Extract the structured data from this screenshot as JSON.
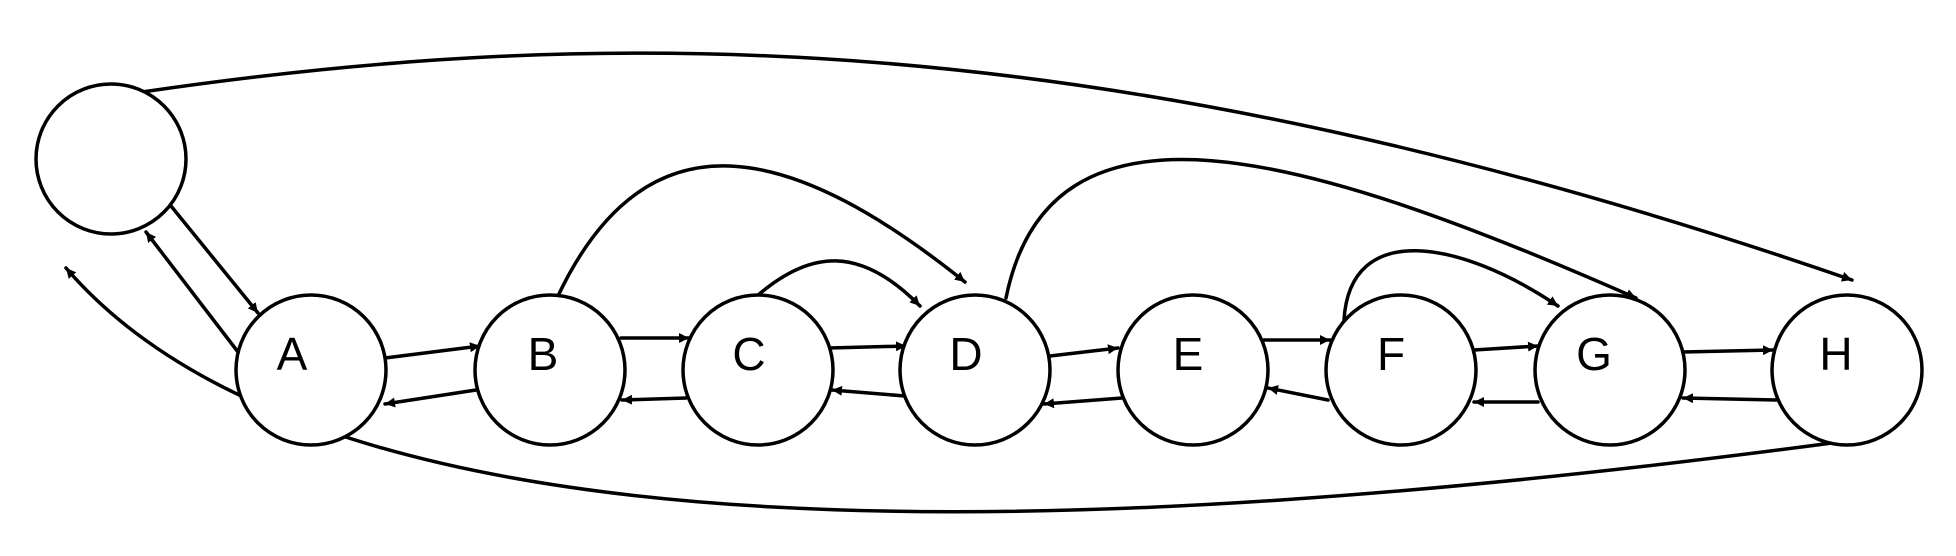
{
  "diagram": {
    "nodes": [
      {
        "id": "root",
        "label": ""
      },
      {
        "id": "A",
        "label": "A"
      },
      {
        "id": "B",
        "label": "B"
      },
      {
        "id": "C",
        "label": "C"
      },
      {
        "id": "D",
        "label": "D"
      },
      {
        "id": "E",
        "label": "E"
      },
      {
        "id": "F",
        "label": "F"
      },
      {
        "id": "G",
        "label": "G"
      },
      {
        "id": "H",
        "label": "H"
      }
    ],
    "edges": [
      {
        "from": "root",
        "to": "A"
      },
      {
        "from": "A",
        "to": "root"
      },
      {
        "from": "root",
        "to": "H"
      },
      {
        "from": "H",
        "to": "root"
      },
      {
        "from": "A",
        "to": "B"
      },
      {
        "from": "B",
        "to": "A"
      },
      {
        "from": "B",
        "to": "C"
      },
      {
        "from": "C",
        "to": "B"
      },
      {
        "from": "C",
        "to": "D"
      },
      {
        "from": "D",
        "to": "C"
      },
      {
        "from": "D",
        "to": "E"
      },
      {
        "from": "E",
        "to": "D"
      },
      {
        "from": "E",
        "to": "F"
      },
      {
        "from": "F",
        "to": "E"
      },
      {
        "from": "F",
        "to": "G"
      },
      {
        "from": "G",
        "to": "F"
      },
      {
        "from": "G",
        "to": "H"
      },
      {
        "from": "H",
        "to": "G"
      },
      {
        "from": "B",
        "to": "D"
      },
      {
        "from": "C",
        "to": "D"
      },
      {
        "from": "D",
        "to": "G"
      },
      {
        "from": "F",
        "to": "G"
      }
    ],
    "colors": {
      "stroke": "#000000",
      "fill": "#ffffff",
      "background": "#ffffff"
    }
  }
}
